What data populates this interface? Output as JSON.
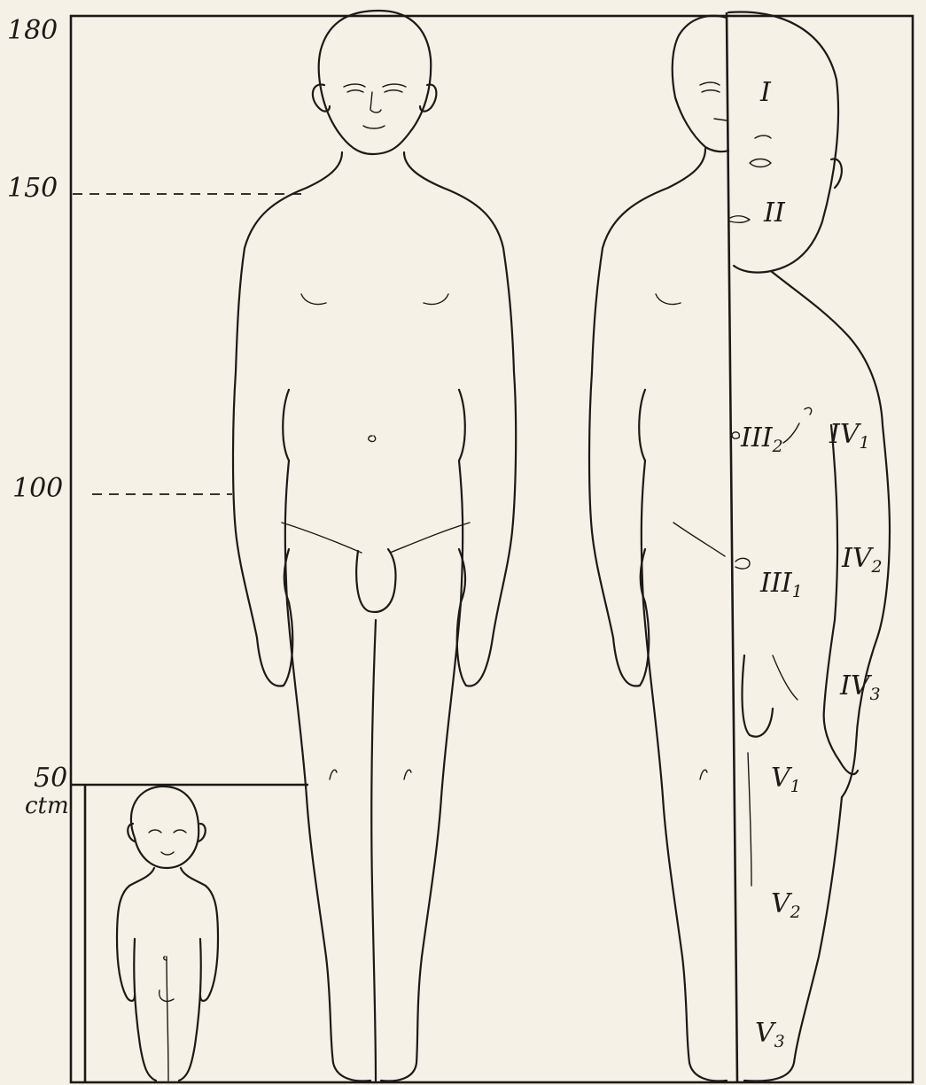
{
  "scale": {
    "marks": [
      {
        "label": "180"
      },
      {
        "label": "150"
      },
      {
        "label": "100"
      },
      {
        "label": "50"
      }
    ],
    "unit": "ctm"
  },
  "regions": [
    {
      "numeral": "I",
      "sub": ""
    },
    {
      "numeral": "II",
      "sub": ""
    },
    {
      "numeral": "III",
      "sub": "2"
    },
    {
      "numeral": "IV",
      "sub": "1"
    },
    {
      "numeral": "IV",
      "sub": "2"
    },
    {
      "numeral": "III",
      "sub": "1"
    },
    {
      "numeral": "IV",
      "sub": "3"
    },
    {
      "numeral": "V",
      "sub": "1"
    },
    {
      "numeral": "V",
      "sub": "2"
    },
    {
      "numeral": "V",
      "sub": "3"
    }
  ]
}
